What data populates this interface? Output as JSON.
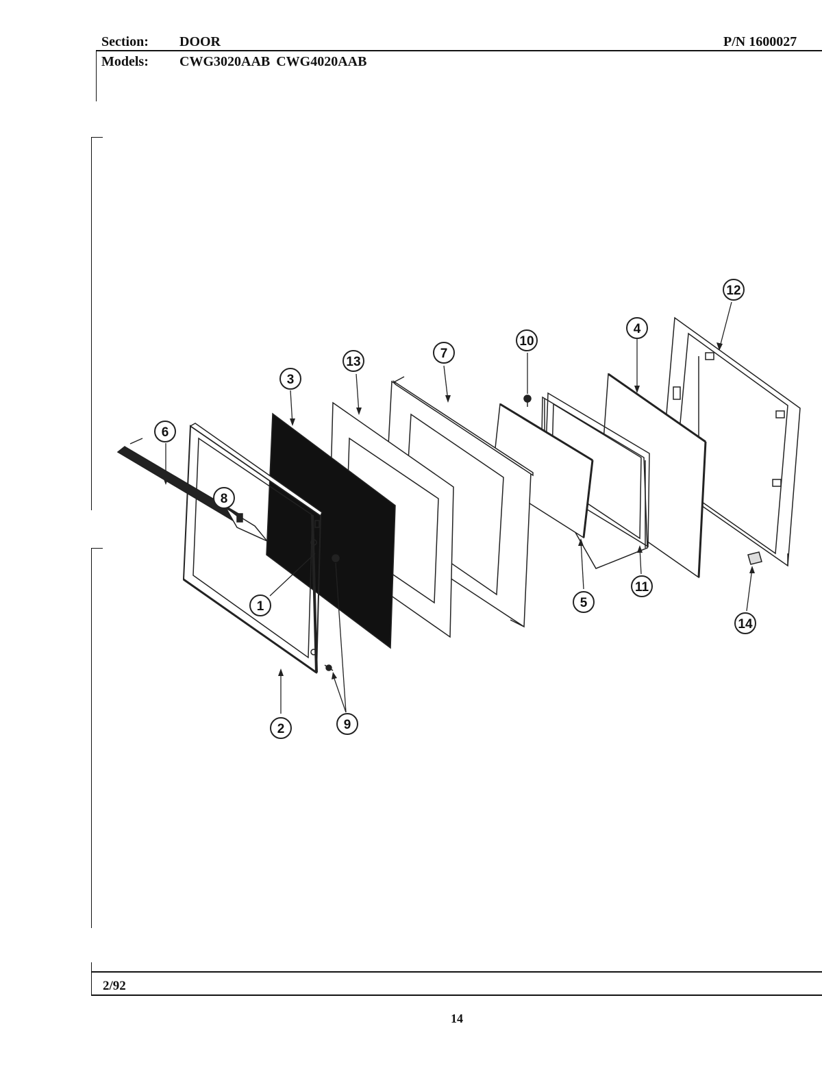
{
  "header": {
    "section_label": "Section:",
    "section_value": "DOOR",
    "part_number": "P/N 1600027",
    "models_label": "Models:",
    "models_value": "CWG3020AAB  CWG4020AAB"
  },
  "footer": {
    "date": "2/92",
    "page_number": "14"
  },
  "diagram": {
    "callouts": [
      "1",
      "2",
      "3",
      "4",
      "5",
      "6",
      "7",
      "8",
      "9",
      "10",
      "11",
      "12",
      "13",
      "14"
    ]
  }
}
